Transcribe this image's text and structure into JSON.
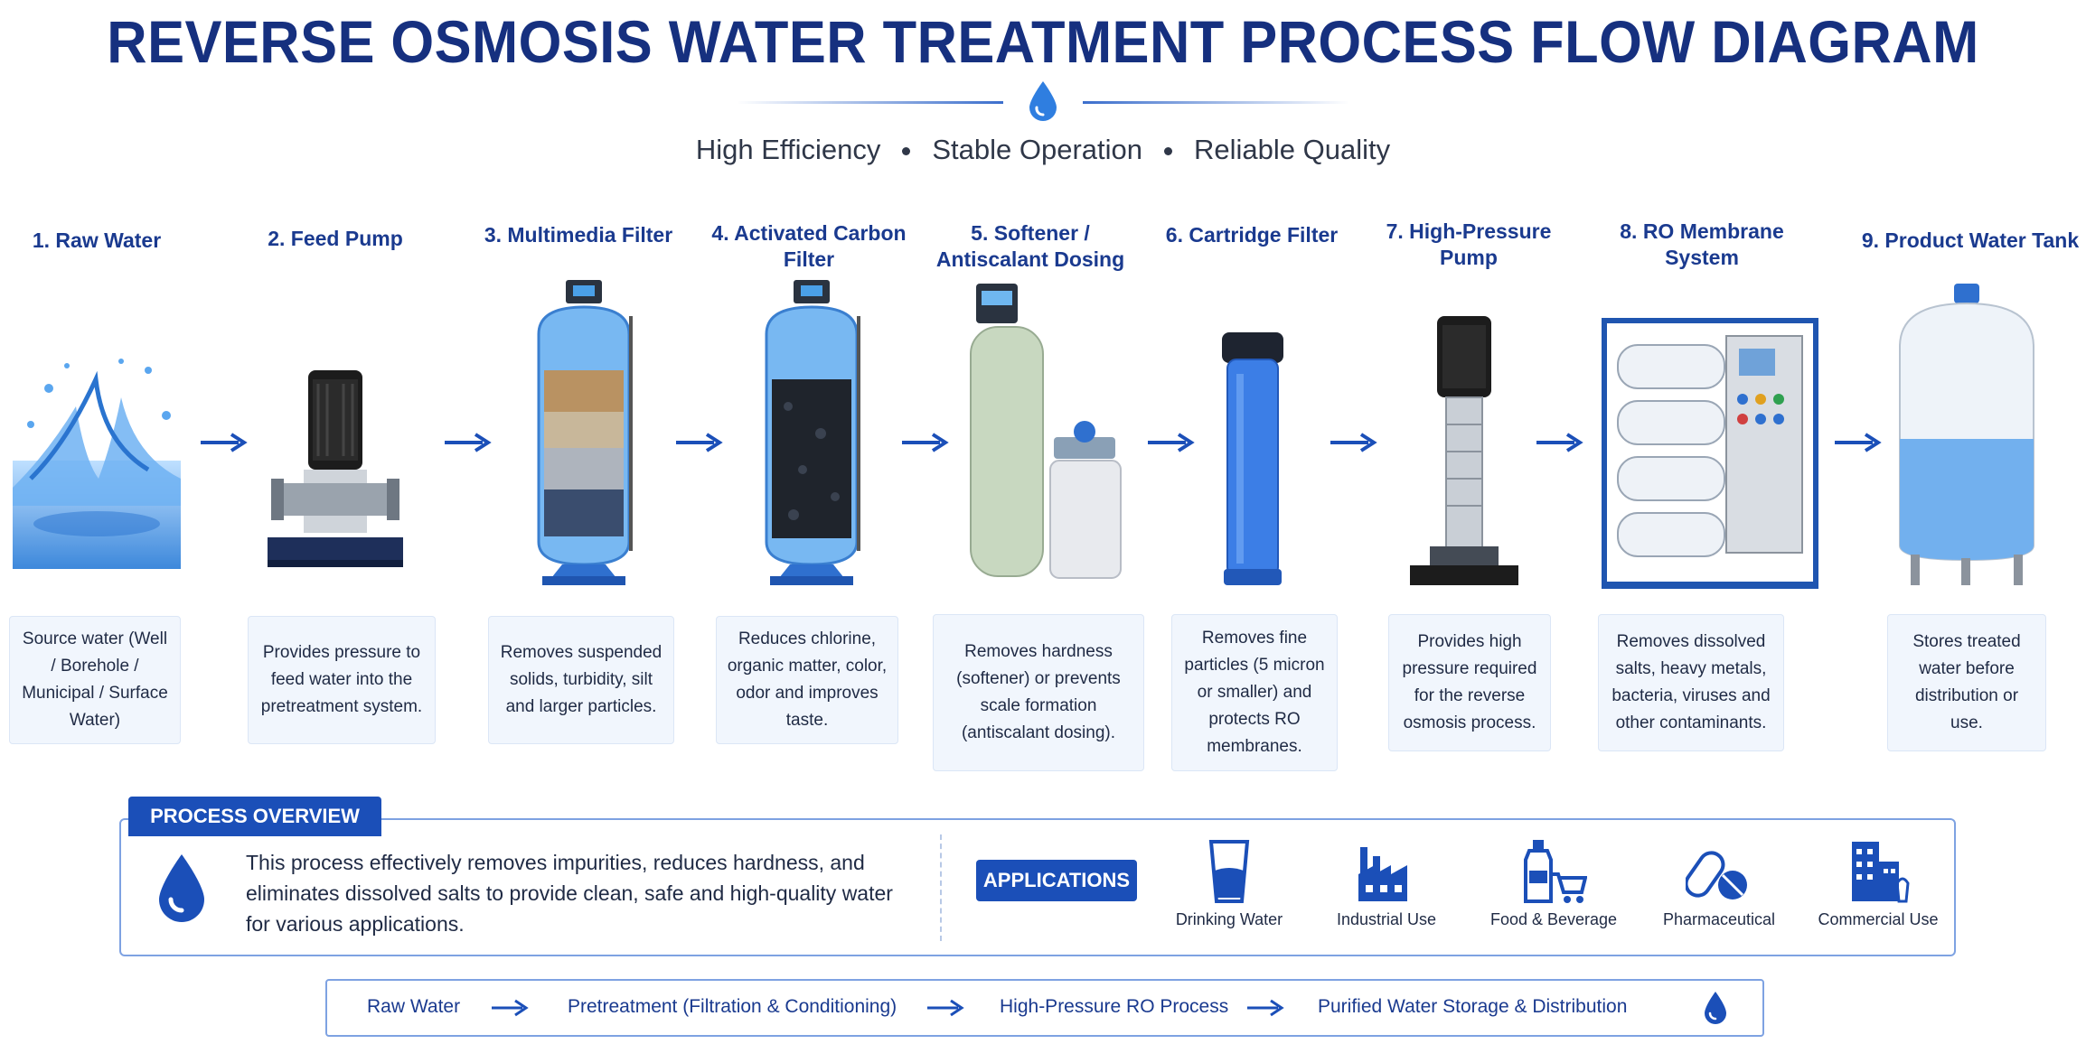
{
  "title": "REVERSE OSMOSIS WATER TREATMENT PROCESS FLOW DIAGRAM",
  "subtitle": {
    "items": [
      "High Efficiency",
      "Stable Operation",
      "Reliable Quality"
    ]
  },
  "steps": [
    {
      "title": "1. Raw Water",
      "description": "Source water (Well / Borehole / Municipal / Surface Water)"
    },
    {
      "title": "2. Feed Pump",
      "description": "Provides pressure to feed water into the pretreatment system."
    },
    {
      "title": "3. Multimedia Filter",
      "description": "Removes suspended solids, turbidity, silt and larger particles."
    },
    {
      "title": "4. Activated Carbon Filter",
      "description": "Reduces chlorine, organic matter, color, odor and improves taste."
    },
    {
      "title": "5. Softener / Antiscalant Dosing",
      "description": "Removes hardness (softener) or prevents scale formation (antiscalant dosing)."
    },
    {
      "title": "6. Cartridge Filter",
      "description": "Removes fine particles (5 micron or smaller) and protects RO membranes."
    },
    {
      "title": "7. High-Pressure Pump",
      "description": "Provides high pressure required for the reverse osmosis process."
    },
    {
      "title": "8. RO Membrane System",
      "description": "Removes dissolved salts, heavy metals, bacteria, viruses and other contaminants."
    },
    {
      "title": "9. Product Water Tank",
      "description": "Stores treated water before distribution or use."
    }
  ],
  "overview": {
    "tab_label": "PROCESS OVERVIEW",
    "text": "This process effectively removes impurities, reduces hardness, and eliminates dissolved salts to provide clean, safe and high-quality water for various applications."
  },
  "applications": {
    "badge": "APPLICATIONS",
    "items": [
      {
        "label": "Drinking Water",
        "icon": "water-glass-icon"
      },
      {
        "label": "Industrial Use",
        "icon": "factory-icon"
      },
      {
        "label": "Food & Beverage",
        "icon": "bottle-cart-icon"
      },
      {
        "label": "Pharmaceutical",
        "icon": "pills-icon"
      },
      {
        "label": "Commercial Use",
        "icon": "building-icon"
      }
    ]
  },
  "flow": {
    "items": [
      "Raw Water",
      "Pretreatment (Filtration & Conditioning)",
      "High-Pressure RO Process",
      "Purified Water Storage & Distribution"
    ]
  },
  "colors": {
    "primary": "#16307f",
    "accent": "#1b4fb8",
    "water": "#5ea3ec",
    "box_bg": "#f1f6fd"
  }
}
